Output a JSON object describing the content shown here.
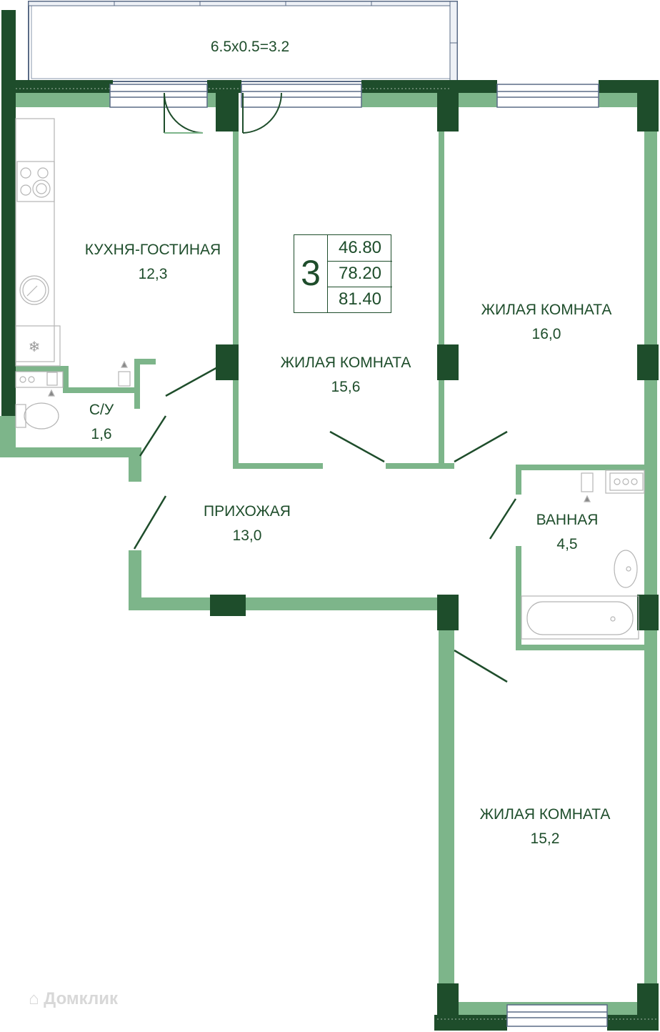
{
  "balcony": {
    "label": "6.5x0.5=3.2"
  },
  "rooms": {
    "kitchen": {
      "name": "КУХНЯ-ГОСТИНАЯ",
      "area": "12,3"
    },
    "bedroom_center": {
      "name": "ЖИЛАЯ КОМНАТА",
      "area": "15,6"
    },
    "bedroom_right": {
      "name": "ЖИЛАЯ КОМНАТА",
      "area": "16,0"
    },
    "wc": {
      "name": "С/У",
      "area": "1,6"
    },
    "hallway": {
      "name": "ПРИХОЖАЯ",
      "area": "13,0"
    },
    "bathroom": {
      "name": "ВАННАЯ",
      "area": "4,5"
    },
    "bedroom_bottom": {
      "name": "ЖИЛАЯ КОМНАТА",
      "area": "15,2"
    }
  },
  "summary": {
    "rooms_count": "3",
    "living_area": "46.80",
    "total_area": "78.20",
    "area_with_balcony": "81.40"
  },
  "watermark": {
    "text": "Домклик"
  },
  "colors": {
    "wall_light": "#7db58a",
    "wall_dark": "#1e4d2b",
    "text": "#1e4d2b",
    "window": "#5a6b86"
  }
}
